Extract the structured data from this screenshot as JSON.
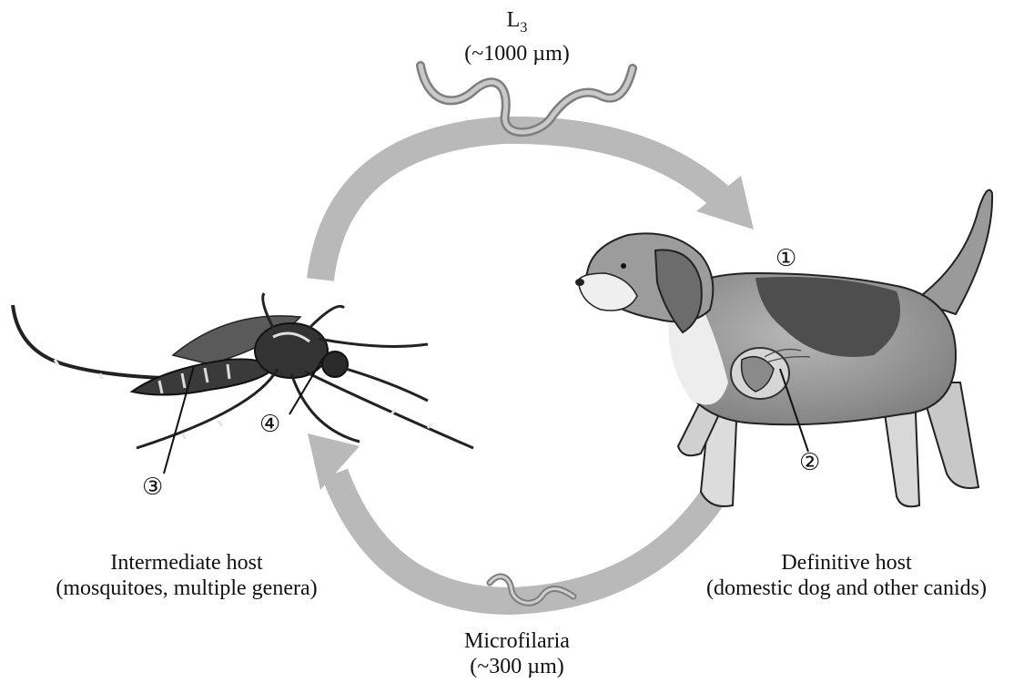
{
  "top_stage": {
    "label": "L",
    "subscript": "3",
    "size": "(~1000 µm)"
  },
  "bottom_stage": {
    "label": "Microfilaria",
    "size": "(~300 µm)"
  },
  "definitive_host": {
    "title": "Definitive host",
    "detail": "(domestic dog and other canids)"
  },
  "intermediate_host": {
    "title": "Intermediate host",
    "detail": "(mosquitoes, multiple genera)"
  },
  "markers": [
    "①",
    "②",
    "③",
    "④"
  ],
  "colors": {
    "arrow": "#b9b9b9",
    "worm": "#9a9a9a",
    "dog_fur": "#8a8a8a",
    "dog_dark": "#4a4a4a",
    "mosquito": "#2a2a2a"
  }
}
